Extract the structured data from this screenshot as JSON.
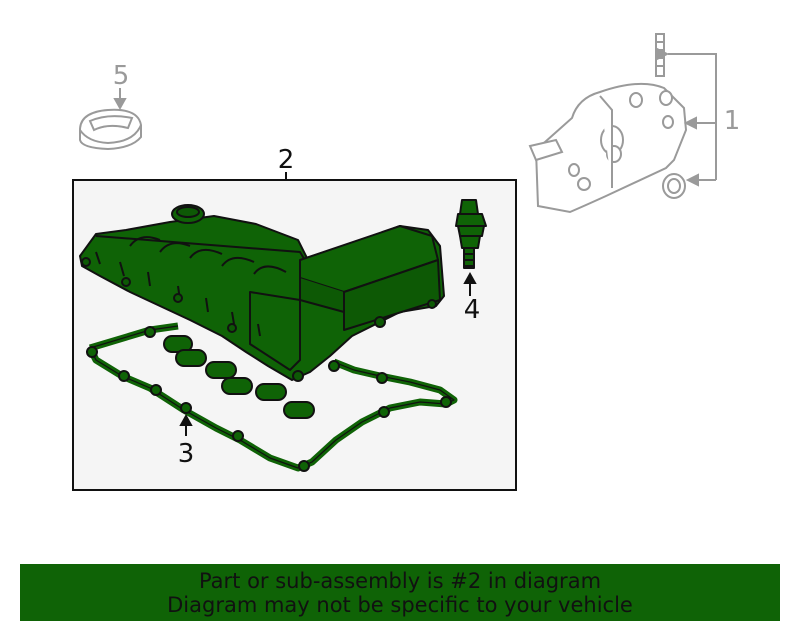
{
  "callouts": {
    "part_1": "1",
    "part_2": "2",
    "part_3": "3",
    "part_4": "4",
    "part_5": "5"
  },
  "banner": {
    "line1": "Part or sub-assembly is #2 in diagram",
    "line2": "Diagram may not be specific to your vehicle"
  },
  "colors": {
    "highlight_fill": "#0f6306",
    "highlight_outline": "#111111",
    "panel_bg": "#f5f5f5",
    "ghost_outline": "#9a9a9a"
  }
}
